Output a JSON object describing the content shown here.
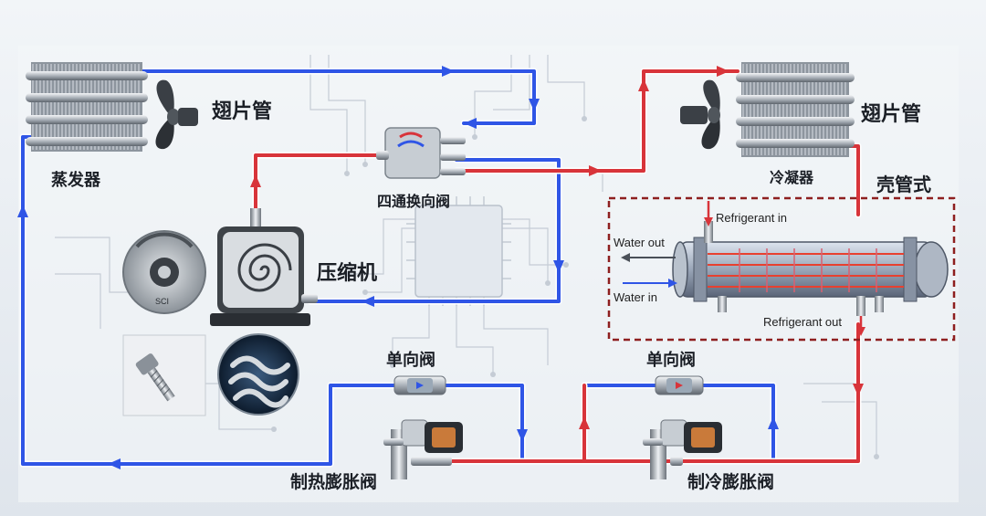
{
  "labels": {
    "evaporator_fin_tube": "翅片管",
    "evaporator": "蒸发器",
    "four_way_valve": "四通换向阀",
    "compressor": "压缩机",
    "condenser_fin_tube": "翅片管",
    "condenser": "冷凝器",
    "shell_tube": "壳管式",
    "refrigerant_in": "Refrigerant in",
    "refrigerant_out": "Refrigerant out",
    "water_out": "Water out",
    "water_in": "Water in",
    "check_valve_left": "单向阀",
    "check_valve_right": "单向阀",
    "heating_expansion_valve": "制热膨胀阀",
    "cooling_expansion_valve": "制冷膨胀阀",
    "scroll_brand": "SCI"
  },
  "colors": {
    "hot_line": "#d8343a",
    "cold_line": "#2f55e6",
    "highlight_box": "#8e1f1f",
    "background": "#e9eef3"
  }
}
